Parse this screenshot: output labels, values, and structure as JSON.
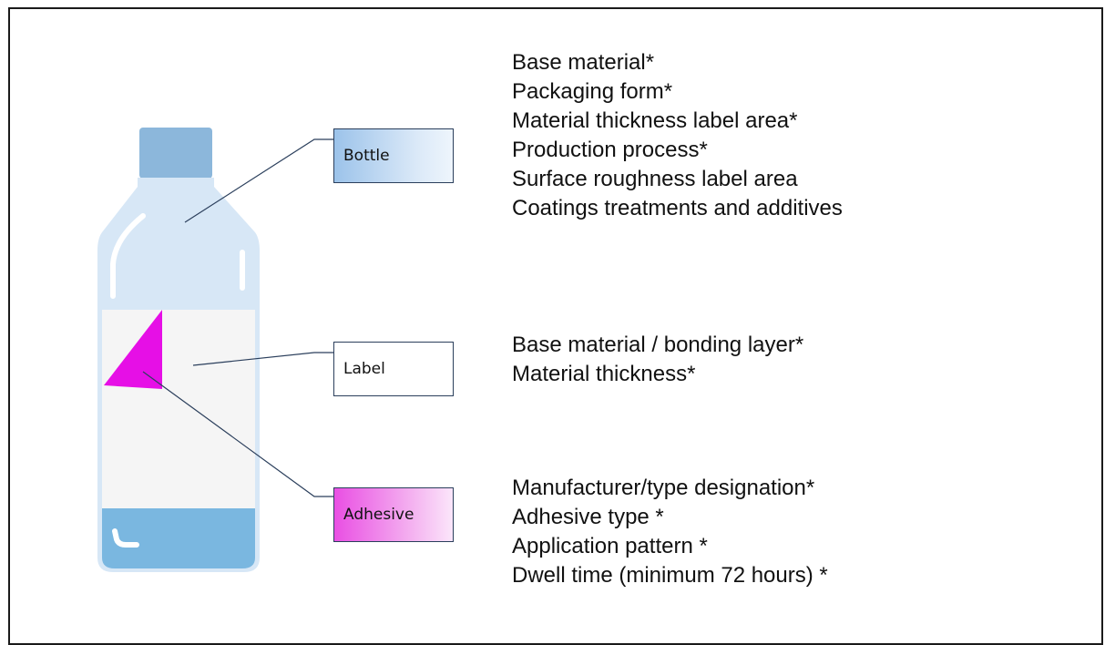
{
  "components": [
    {
      "label": "Bottle",
      "properties": [
        "Base material*",
        "Packaging form*",
        "Material thickness label area*",
        "Production process*",
        "Surface roughness label area",
        "Coatings treatments and additives"
      ]
    },
    {
      "label": "Label",
      "properties": [
        "Base material / bonding layer*",
        "Material thickness*"
      ]
    },
    {
      "label": "Adhesive",
      "properties": [
        "Manufacturer/type designation*",
        "Adhesive type *",
        "Application pattern *",
        "Dwell time (minimum 72 hours) *"
      ]
    }
  ],
  "colors": {
    "bottle_body": "#d7e7f6",
    "bottle_cap": "#8cb7db",
    "label_area": "#f5f5f5",
    "liquid": "#7ab7e0",
    "adhesive": "#e60fe6"
  }
}
